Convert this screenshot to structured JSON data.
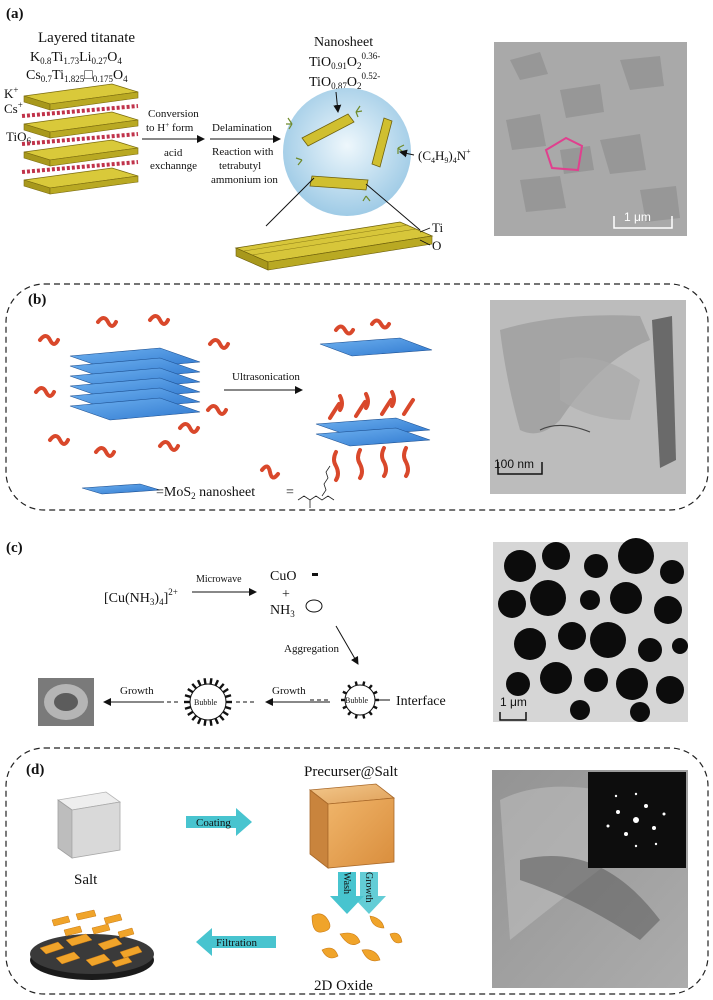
{
  "panel_a": {
    "label": "(a)",
    "title_line1": "Layered titanate",
    "formula1": {
      "a": "K",
      "a_sub": "0.8",
      "b": "Ti",
      "b_sub": "1.73",
      "c": "Li",
      "c_sub": "0.27",
      "d": "O",
      "d_sub": "4"
    },
    "formula2": {
      "a": "Cs",
      "a_sub": "0.7",
      "b": "Ti",
      "b_sub": "1.825",
      "c": "□",
      "c_sub": "0.175",
      "d": "O",
      "d_sub": "4"
    },
    "ion_k": "K",
    "ion_k_sup": "+",
    "ion_cs": "Cs",
    "ion_cs_sup": "+",
    "tio6": "TiO",
    "tio6_sub": "6",
    "conv1": "Conversion",
    "conv2": "to H",
    "conv2_sup": "+",
    "conv2_end": " form",
    "acid1": "acid",
    "acid2": "exchannge",
    "delam": "Delamination",
    "react1": "Reaction with",
    "react2": "tetrabutyl",
    "react3": "ammonium ion",
    "nanosheet": "Nanosheet",
    "ns1_a": "TiO",
    "ns1_sub1": "0.91",
    "ns1_b": "O",
    "ns1_sub2": "2",
    "ns1_sup": "0.36-",
    "ns2_a": "TiO",
    "ns2_sub1": "0.87",
    "ns2_b": "O",
    "ns2_sub2": "2",
    "ns2_sup": "0.52-",
    "tba": "(C",
    "tba_sub1": "4",
    "tba_mid": "H",
    "tba_sub2": "9",
    "tba_end": ")",
    "tba_sub3": "4",
    "tba_n": "N",
    "tba_sup": "+",
    "ti": "Ti",
    "o": "O",
    "scale": "1 μm"
  },
  "panel_b": {
    "label": "(b)",
    "ultra": "Ultrasonication",
    "legend_eq": "=MoS",
    "legend_sub": "2",
    "legend_end": " nanosheet",
    "legend_eq2": "=",
    "scale": "100 nm"
  },
  "panel_c": {
    "label": "(c)",
    "complex": "[Cu(NH",
    "complex_sub": "3",
    "complex_mid": ")",
    "complex_sub2": "4",
    "complex_end": "]",
    "complex_sup": "2+",
    "microwave": "Microwave",
    "cuo": "CuO",
    "plus": "+",
    "nh3": "NH",
    "nh3_sub": "3",
    "aggregation": "Aggregation",
    "growth": "Growth",
    "bubble": "Bubble",
    "interface": "Interface",
    "scale": "1 μm"
  },
  "panel_d": {
    "label": "(d)",
    "salt": "Salt",
    "coating": "Coating",
    "precursor": "Precurser@Salt",
    "wash": "Wash",
    "growth": "Growth",
    "filtration": "Filtration",
    "oxide": "2D Oxide"
  },
  "colors": {
    "titanate": "#c9b827",
    "red_ion": "#c0334b",
    "mos2": "#3a84d6",
    "ligand": "#d9482b",
    "arrow_cyan": "#48c4cf",
    "oxide": "#f0a42a"
  }
}
